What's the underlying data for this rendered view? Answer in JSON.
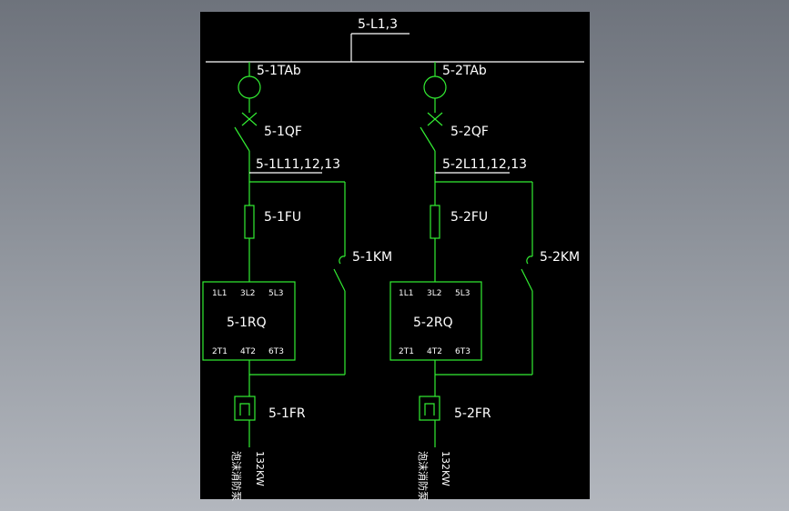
{
  "colors": {
    "background_gradient_top": "#6e737c",
    "background_gradient_bottom": "#b3b7be",
    "drawing_background": "#000000",
    "wire": "#33ee33",
    "bus_and_text": "#ffffff"
  },
  "bus": {
    "label": "5-L1,3"
  },
  "circuits": [
    {
      "ta_label": "5-1TAb",
      "qf_label": "5-1QF",
      "line_label": "5-1L11,12,13",
      "fu_label": "5-1FU",
      "km_label": "5-1KM",
      "rq_label": "5-1RQ",
      "rq_top_terminals": [
        "1L1",
        "3L2",
        "5L3"
      ],
      "rq_bottom_terminals": [
        "2T1",
        "4T2",
        "6T3"
      ],
      "fr_label": "5-1FR",
      "load_name": "泡沫消防泵",
      "load_power": "132KW"
    },
    {
      "ta_label": "5-2TAb",
      "qf_label": "5-2QF",
      "line_label": "5-2L11,12,13",
      "fu_label": "5-2FU",
      "km_label": "5-2KM",
      "rq_label": "5-2RQ",
      "rq_top_terminals": [
        "1L1",
        "3L2",
        "5L3"
      ],
      "rq_bottom_terminals": [
        "2T1",
        "4T2",
        "6T3"
      ],
      "fr_label": "5-2FR",
      "load_name": "泡沫消防泵",
      "load_power": "132KW"
    }
  ]
}
